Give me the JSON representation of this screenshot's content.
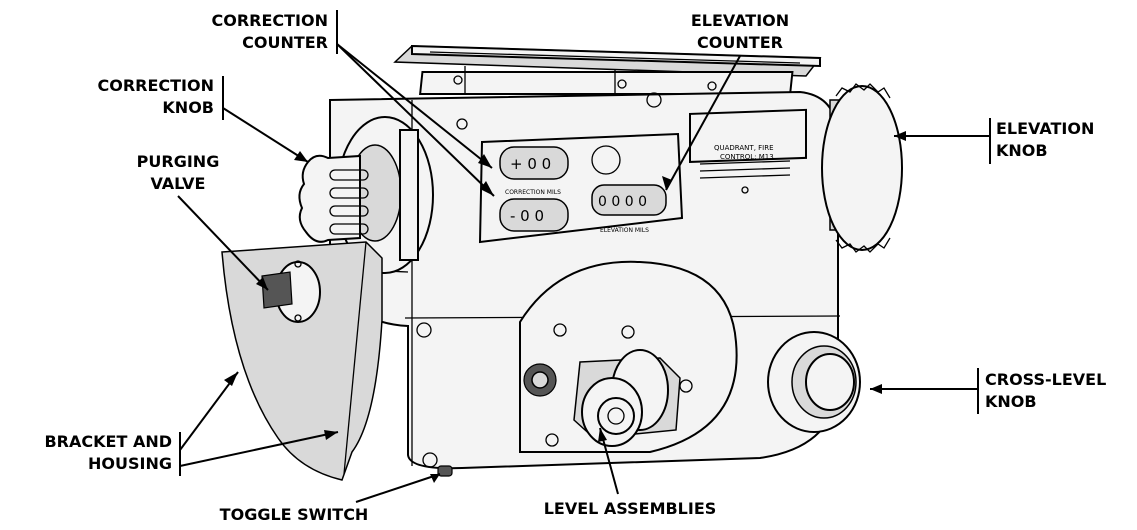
{
  "labels": {
    "correction_counter": [
      "CORRECTION",
      "COUNTER"
    ],
    "elevation_counter": [
      "ELEVATION",
      "COUNTER"
    ],
    "correction_knob": [
      "CORRECTION",
      "KNOB"
    ],
    "purging_valve": [
      "PURGING",
      "VALVE"
    ],
    "elevation_knob": [
      "ELEVATION",
      "KNOB"
    ],
    "cross_level_knob": [
      "CROSS-LEVEL",
      "KNOB"
    ],
    "bracket_housing": [
      "BRACKET AND",
      "HOUSING"
    ],
    "toggle_switch": "TOGGLE SWITCH",
    "level_assemblies": "LEVEL ASSEMBLIES"
  },
  "device": {
    "nameplate_title": "QUADRANT, FIRE",
    "nameplate_subtitle": "CONTROL: M13",
    "correction_counter_top": "+ 0 0",
    "correction_counter_bottom": "- 0 0",
    "elevation_counter": "0 0 0 0",
    "correction_plate_label": "CORRECTION MILS",
    "elevation_plate_label": "ELEVATION MILS"
  }
}
